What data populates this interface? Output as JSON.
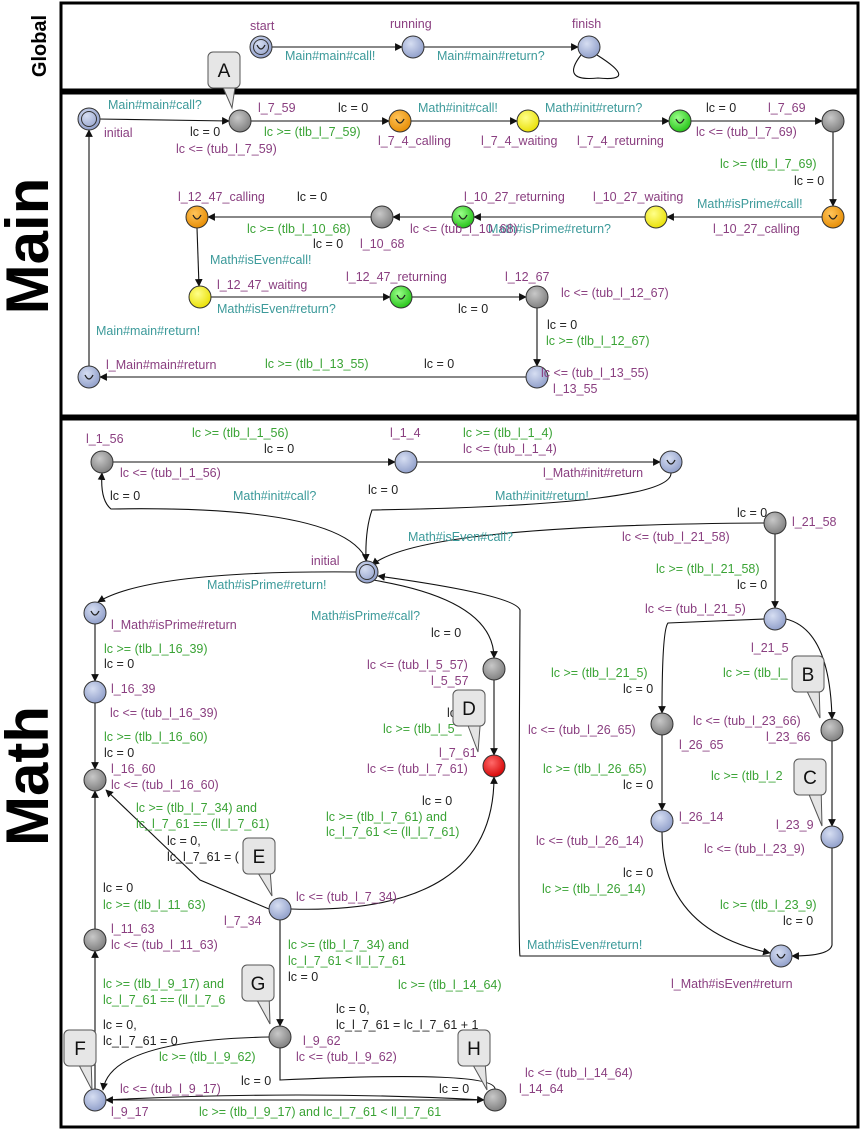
{
  "panels": [
    {
      "id": "global",
      "title": "Global"
    },
    {
      "id": "main",
      "title": "Main"
    },
    {
      "id": "math",
      "title": "Math"
    }
  ],
  "locations": [
    {
      "id": "g_start",
      "label": "start",
      "type": "initial-committed"
    },
    {
      "id": "g_running",
      "label": "running",
      "type": "normal"
    },
    {
      "id": "g_finish",
      "label": "finish",
      "type": "normal"
    },
    {
      "id": "m_initial",
      "label": "initial",
      "type": "initial"
    },
    {
      "id": "m_l_7_59",
      "label": "l_7_59",
      "type": "gray"
    },
    {
      "id": "m_l_7_4_calling",
      "label": "l_7_4_calling",
      "type": "orange"
    },
    {
      "id": "m_l_7_4_waiting",
      "label": "l_7_4_waiting",
      "type": "yellow"
    },
    {
      "id": "m_l_7_4_returning",
      "label": "l_7_4_returning",
      "type": "green"
    },
    {
      "id": "m_l_7_69",
      "label": "l_7_69",
      "type": "gray"
    },
    {
      "id": "m_l_10_27_calling",
      "label": "l_10_27_calling",
      "type": "orange"
    },
    {
      "id": "m_l_10_27_waiting",
      "label": "l_10_27_waiting",
      "type": "yellow"
    },
    {
      "id": "m_l_10_27_returning",
      "label": "l_10_27_returning",
      "type": "green"
    },
    {
      "id": "m_l_10_68",
      "label": "l_10_68",
      "type": "gray"
    },
    {
      "id": "m_l_12_47_calling",
      "label": "l_12_47_calling",
      "type": "orange"
    },
    {
      "id": "m_l_12_47_waiting",
      "label": "l_12_47_waiting",
      "type": "yellow"
    },
    {
      "id": "m_l_12_47_returning",
      "label": "l_12_47_returning",
      "type": "green"
    },
    {
      "id": "m_l_12_67",
      "label": "l_12_67",
      "type": "gray"
    },
    {
      "id": "m_l_13_55",
      "label": "l_13_55",
      "type": "normal"
    },
    {
      "id": "m_l_main_return",
      "label": "l_Main#main#return",
      "type": "committed"
    },
    {
      "id": "x_l_1_56",
      "label": "l_1_56",
      "type": "gray"
    },
    {
      "id": "x_l_1_4",
      "label": "l_1_4",
      "type": "normal"
    },
    {
      "id": "x_l_math_init_return",
      "label": "l_Math#init#return",
      "type": "committed"
    },
    {
      "id": "x_initial",
      "label": "initial",
      "type": "initial"
    },
    {
      "id": "x_l_21_58",
      "label": "l_21_58",
      "type": "gray"
    },
    {
      "id": "x_l_21_5",
      "label": "l_21_5",
      "type": "normal"
    },
    {
      "id": "x_l_26_65",
      "label": "l_26_65",
      "type": "gray"
    },
    {
      "id": "x_l_23_66",
      "label": "l_23_66",
      "type": "gray"
    },
    {
      "id": "x_l_26_14",
      "label": "l_26_14",
      "type": "normal"
    },
    {
      "id": "x_l_23_9",
      "label": "l_23_9",
      "type": "normal"
    },
    {
      "id": "x_l_math_iseven_return",
      "label": "l_Math#isEven#return",
      "type": "committed"
    },
    {
      "id": "x_l_math_isprime_return",
      "label": "l_Math#isPrime#return",
      "type": "committed"
    },
    {
      "id": "x_l_16_39",
      "label": "l_16_39",
      "type": "normal"
    },
    {
      "id": "x_l_16_60",
      "label": "l_16_60",
      "type": "gray"
    },
    {
      "id": "x_l_5_57",
      "label": "l_5_57",
      "type": "gray"
    },
    {
      "id": "x_l_7_61",
      "label": "l_7_61",
      "type": "red"
    },
    {
      "id": "x_l_7_34",
      "label": "l_7_34",
      "type": "normal"
    },
    {
      "id": "x_l_11_63",
      "label": "l_11_63",
      "type": "gray"
    },
    {
      "id": "x_l_9_62",
      "label": "l_9_62",
      "type": "gray"
    },
    {
      "id": "x_l_9_17",
      "label": "l_9_17",
      "type": "normal"
    },
    {
      "id": "x_l_14_64",
      "label": "l_14_64",
      "type": "gray"
    }
  ],
  "edge_labels": [
    {
      "text": "Main#main#call!",
      "color": "cyan"
    },
    {
      "text": "Main#main#return?",
      "color": "cyan"
    },
    {
      "text": "Main#main#call?",
      "color": "cyan"
    },
    {
      "text": "lc = 0",
      "color": "black"
    },
    {
      "text": "lc <= (tub_l_7_59)",
      "color": "purple"
    },
    {
      "text": "lc = 0",
      "color": "black"
    },
    {
      "text": "lc >= (tlb_l_7_59)",
      "color": "green"
    },
    {
      "text": "Math#init#call!",
      "color": "cyan"
    },
    {
      "text": "Math#init#return?",
      "color": "cyan"
    },
    {
      "text": "lc = 0",
      "color": "black"
    },
    {
      "text": "lc <= (tub_l_7_69)",
      "color": "purple"
    },
    {
      "text": "lc >= (tlb_l_7_69)",
      "color": "green"
    },
    {
      "text": "lc = 0",
      "color": "black"
    },
    {
      "text": "Math#isPrime#call!",
      "color": "cyan"
    },
    {
      "text": "Math#isPrime#return?",
      "color": "cyan"
    },
    {
      "text": "lc = 0",
      "color": "black"
    },
    {
      "text": "lc <= (tub_l_10_68)",
      "color": "purple"
    },
    {
      "text": "lc >= (tlb_l_10_68)",
      "color": "green"
    },
    {
      "text": "lc = 0",
      "color": "black"
    },
    {
      "text": "Math#isEven#call!",
      "color": "cyan"
    },
    {
      "text": "Math#isEven#return?",
      "color": "cyan"
    },
    {
      "text": "lc = 0",
      "color": "black"
    },
    {
      "text": "lc <= (tub_l_12_67)",
      "color": "purple"
    },
    {
      "text": "lc = 0",
      "color": "black"
    },
    {
      "text": "lc >= (tlb_l_12_67)",
      "color": "green"
    },
    {
      "text": "lc <= (tub_l_13_55)",
      "color": "purple"
    },
    {
      "text": "lc = 0",
      "color": "black"
    },
    {
      "text": "lc >= (tlb_l_13_55)",
      "color": "green"
    },
    {
      "text": "Main#main#return!",
      "color": "cyan"
    },
    {
      "text": "lc >= (tlb_l_1_56)",
      "color": "green"
    },
    {
      "text": "lc = 0",
      "color": "black"
    },
    {
      "text": "lc <= (tub_l_1_56)",
      "color": "purple"
    },
    {
      "text": "lc = 0",
      "color": "black"
    },
    {
      "text": "lc >= (tlb_l_1_4)",
      "color": "green"
    },
    {
      "text": "lc <= (tub_l_1_4)",
      "color": "purple"
    },
    {
      "text": "lc = 0",
      "color": "black"
    },
    {
      "text": "Math#init#call?",
      "color": "cyan"
    },
    {
      "text": "Math#init#return!",
      "color": "cyan"
    },
    {
      "text": "lc = 0",
      "color": "black"
    },
    {
      "text": "Math#isEven#call?",
      "color": "cyan"
    },
    {
      "text": "lc <= (tub_l_21_58)",
      "color": "purple"
    },
    {
      "text": "Math#isPrime#return!",
      "color": "cyan"
    },
    {
      "text": "lc >= (tlb_l_21_58)",
      "color": "green"
    },
    {
      "text": "lc = 0",
      "color": "black"
    },
    {
      "text": "lc <= (tub_l_21_5)",
      "color": "purple"
    },
    {
      "text": "Math#isPrime#call?",
      "color": "cyan"
    },
    {
      "text": "lc = 0",
      "color": "black"
    },
    {
      "text": "lc >= (tlb_l_21_5)",
      "color": "green"
    },
    {
      "text": "lc = 0",
      "color": "black"
    },
    {
      "text": "lc >= (tlb_l_",
      "color": "green"
    },
    {
      "text": "lc <= (tub_l_26_65)",
      "color": "purple"
    },
    {
      "text": "lc <= (tub_l_23_66)",
      "color": "purple"
    },
    {
      "text": "lc >= (tlb_l_26_65)",
      "color": "green"
    },
    {
      "text": "lc = 0",
      "color": "black"
    },
    {
      "text": "lc >= (tlb_l_2",
      "color": "green"
    },
    {
      "text": "lc <= (tub_l_26_14)",
      "color": "purple"
    },
    {
      "text": "lc <= (tub_l_23_9)",
      "color": "purple"
    },
    {
      "text": "lc = 0",
      "color": "black"
    },
    {
      "text": "lc >= (tlb_l_26_14)",
      "color": "green"
    },
    {
      "text": "lc >= (tlb_l_23_9)",
      "color": "green"
    },
    {
      "text": "lc = 0",
      "color": "black"
    },
    {
      "text": "Math#isEven#return!",
      "color": "cyan"
    },
    {
      "text": "lc >= (tlb_l_16_39)",
      "color": "green"
    },
    {
      "text": "lc = 0",
      "color": "black"
    },
    {
      "text": "lc <= (tub_l_16_39)",
      "color": "purple"
    },
    {
      "text": "lc >= (tlb_l_16_60)",
      "color": "green"
    },
    {
      "text": "lc = 0",
      "color": "black"
    },
    {
      "text": "lc <= (tub_l_16_60)",
      "color": "purple"
    },
    {
      "text": "lc <= (tub_l_5_57)",
      "color": "purple"
    },
    {
      "text": "lc",
      "color": "black"
    },
    {
      "text": "lc >= (tlb_l_5_",
      "color": "green"
    },
    {
      "text": "lc <= (tub_l_7_61)",
      "color": "purple"
    },
    {
      "text": "lc >= (tlb_l_7_34) and",
      "color": "green"
    },
    {
      "text": "lc_l_7_61 == (ll_l_7_61)",
      "color": "green"
    },
    {
      "text": "lc = 0,",
      "color": "black"
    },
    {
      "text": "lc_l_7_61 = (",
      "color": "black"
    },
    {
      "text": "lc = 0",
      "color": "black"
    },
    {
      "text": "lc >= (tlb_l_7_61) and",
      "color": "green"
    },
    {
      "text": "lc_l_7_61 <= (ll_l_7_61)",
      "color": "green"
    },
    {
      "text": "lc = 0",
      "color": "black"
    },
    {
      "text": "lc >= (tlb_l_11_63)",
      "color": "green"
    },
    {
      "text": "lc <= (tub_l_7_34)",
      "color": "purple"
    },
    {
      "text": "lc <= (tub_l_11_63)",
      "color": "purple"
    },
    {
      "text": "lc >= (tlb_l_7_34) and",
      "color": "green"
    },
    {
      "text": "lc_l_7_61 < ll_l_7_61",
      "color": "green"
    },
    {
      "text": "lc = 0",
      "color": "black"
    },
    {
      "text": "lc >= (tlb_l_14_64)",
      "color": "green"
    },
    {
      "text": "lc >= (tlb_l_9_17) and",
      "color": "green"
    },
    {
      "text": "lc_l_7_61 == (ll_l_7_6",
      "color": "green"
    },
    {
      "text": "lc = 0,",
      "color": "black"
    },
    {
      "text": "lc_l_7_61 = lc_l_7_61 + 1",
      "color": "black"
    },
    {
      "text": "lc = 0,",
      "color": "black"
    },
    {
      "text": "lc_l_7_61 = 0",
      "color": "black"
    },
    {
      "text": "lc <= (tub_l_9_62)",
      "color": "purple"
    },
    {
      "text": "lc >= (tlb_l_9_62)",
      "color": "green"
    },
    {
      "text": "lc = 0",
      "color": "black"
    },
    {
      "text": "lc <= (tub_l_9_17)",
      "color": "purple"
    },
    {
      "text": "lc = 0",
      "color": "black"
    },
    {
      "text": "lc <= (tub_l_14_64)",
      "color": "purple"
    },
    {
      "text": "lc >= (tlb_l_9_17) and lc_l_7_61 < ll_l_7_61",
      "color": "green"
    }
  ],
  "callouts": [
    {
      "id": "A",
      "label": "A"
    },
    {
      "id": "B",
      "label": "B"
    },
    {
      "id": "C",
      "label": "C"
    },
    {
      "id": "D",
      "label": "D"
    },
    {
      "id": "E",
      "label": "E"
    },
    {
      "id": "F",
      "label": "F"
    },
    {
      "id": "G",
      "label": "G"
    },
    {
      "id": "H",
      "label": "H"
    }
  ],
  "colors": {
    "normal": "#a6b4d8",
    "gray": "#9a9a9a",
    "orange": "#f39a1a",
    "yellow": "#f7f000",
    "green": "#3ddc2a",
    "red": "#ee0000",
    "cyan_text": "#3c9a9a",
    "green_text": "#3aa335",
    "purple_text": "#8a3f80"
  }
}
